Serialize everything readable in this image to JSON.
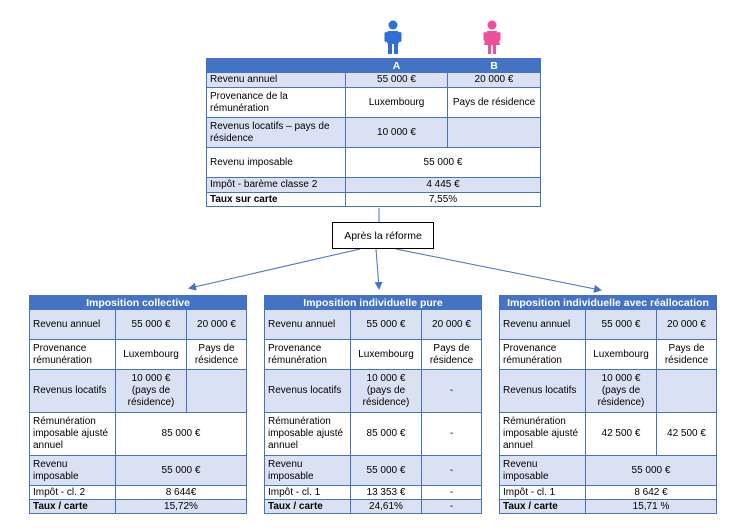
{
  "people": [
    {
      "label": "A",
      "icon": "male-person-icon",
      "color": "#2f6fd6"
    },
    {
      "label": "B",
      "icon": "female-person-icon",
      "color": "#f04e98"
    }
  ],
  "top": {
    "rows": [
      {
        "label": "Revenu annuel",
        "a": "55 000 €",
        "b": "20 000 €"
      },
      {
        "label": "Provenance de la rémunération",
        "a": "Luxembourg",
        "b": "Pays de résidence"
      },
      {
        "label": "Revenus locatifs – pays de résidence",
        "a": "10 000 €",
        "b": ""
      },
      {
        "label": "Revenu imposable",
        "ab": "55 000 €"
      },
      {
        "label": "Impôt - barème classe 2",
        "ab": "4 445 €"
      },
      {
        "label": "Taux sur carte",
        "ab": "7,55%"
      }
    ]
  },
  "reform_label": "Après la réforme",
  "panels": [
    {
      "title": "Imposition collective",
      "revenu_label": "Revenu annuel",
      "revenu_a": "55 000 €",
      "revenu_b": "20 000 €",
      "prov_label": "Provenance rémunération",
      "prov_a": "Luxembourg",
      "prov_b": "Pays de résidence",
      "loc_label": "Revenus locatifs",
      "loc_a": "10 000 € (pays de résidence)",
      "loc_b": "",
      "remu_label": "Rémunération imposable ajusté annuel",
      "remu_ab": "85 000 €",
      "rimp_label": "Revenu imposable",
      "rimp_ab": "55 000 €",
      "impot_label": "Impôt - cl. 2",
      "impot_ab": "8 644€",
      "taux_label": "Taux / carte",
      "taux_ab": "15,72%"
    },
    {
      "title": "Imposition individuelle pure",
      "revenu_label": "Revenu annuel",
      "revenu_a": "55 000 €",
      "revenu_b": "20 000 €",
      "prov_label": "Provenance rémunération",
      "prov_a": "Luxembourg",
      "prov_b": "Pays de résidence",
      "loc_label": "Revenus locatifs",
      "loc_a": "10 000 € (pays de résidence)",
      "loc_b": "-",
      "remu_label": "Rémunération imposable ajusté annuel",
      "remu_a": "85 000 €",
      "remu_b": "-",
      "rimp_label": "Revenu imposable",
      "rimp_a": "55 000 €",
      "rimp_b": "-",
      "impot_label": "Impôt - cl. 1",
      "impot_a": "13 353 €",
      "impot_b": "-",
      "taux_label": "Taux / carte",
      "taux_a": "24,61%",
      "taux_b": "-"
    },
    {
      "title": "Imposition individuelle avec réallocation",
      "revenu_label": "Revenu annuel",
      "revenu_a": "55 000 €",
      "revenu_b": "20 000 €",
      "prov_label": "Provenance rémunération",
      "prov_a": "Luxembourg",
      "prov_b": "Pays de résidence",
      "loc_label": "Revenus locatifs",
      "loc_a": "10 000 € (pays de résidence)",
      "loc_b": "",
      "remu_label": "Rémunération imposable ajusté annuel",
      "remu_a": "42 500 €",
      "remu_b": "42 500 €",
      "rimp_label": "Revenu imposable",
      "rimp_ab": "55 000 €",
      "impot_label": "Impôt - cl. 1",
      "impot_ab": "8 642 €",
      "taux_label": "Taux / carte",
      "taux_ab": "15,71 %"
    }
  ]
}
